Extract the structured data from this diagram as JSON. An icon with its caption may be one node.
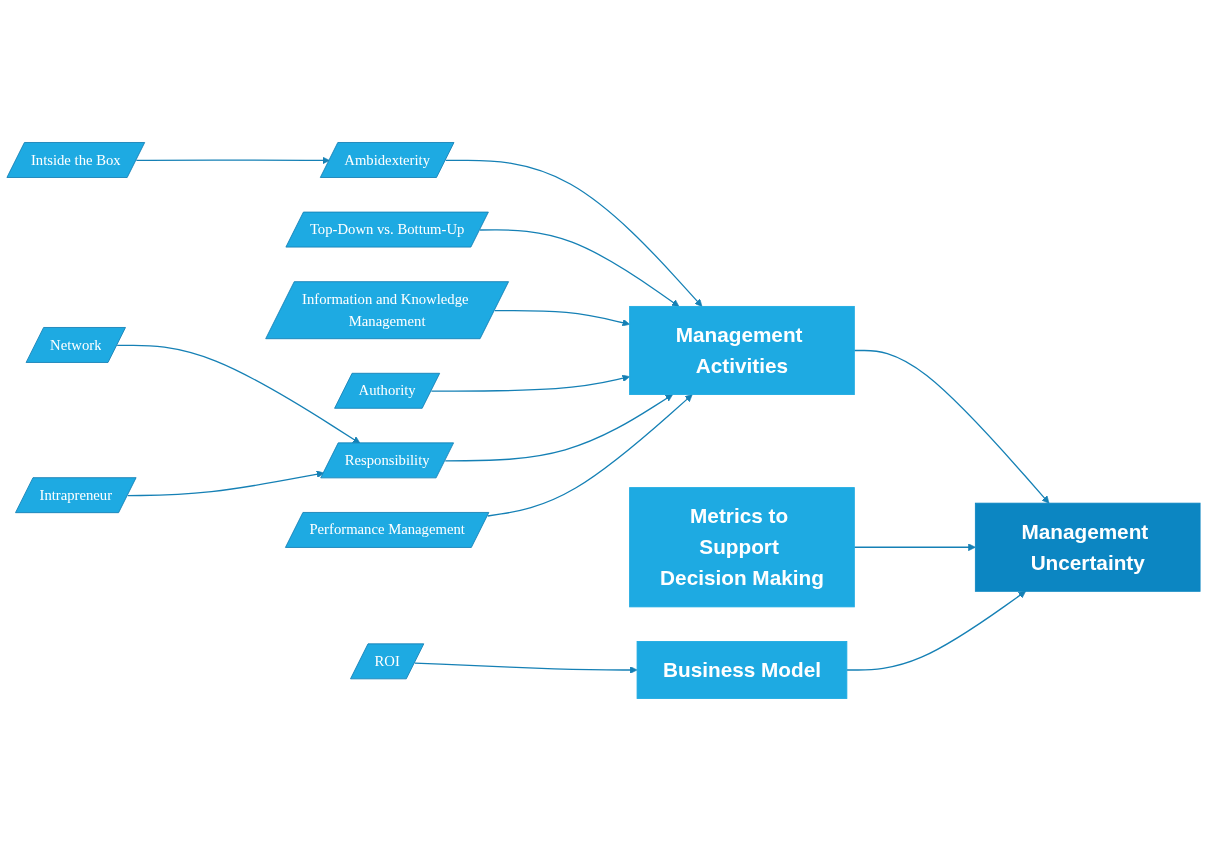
{
  "diagram": {
    "nodes": [
      {
        "text": [
          "Intside the Box"
        ]
      },
      {
        "text": [
          "Ambidexterity"
        ]
      },
      {
        "text": [
          "Top-Down vs. Bottum-Up"
        ]
      },
      {
        "text": [
          "Information and Knowledge Management"
        ]
      },
      {
        "text": [
          "Authority"
        ]
      },
      {
        "text": [
          "Network"
        ]
      },
      {
        "text": [
          "Intrapreneur"
        ]
      },
      {
        "text": [
          "Responsibility"
        ]
      },
      {
        "text": [
          "Performance Management"
        ]
      },
      {
        "text": [
          "Management Activities"
        ]
      },
      {
        "text": [
          "Management Uncertainty"
        ]
      },
      {
        "text": [
          "Metrics to Support Decision Making"
        ]
      },
      {
        "text": [
          "ROI"
        ]
      },
      {
        "text": [
          "Business Model"
        ]
      }
    ],
    "edges": [
      {
        "from": 0,
        "to": 1,
        "arrow": "to"
      },
      {
        "from": 1,
        "to": 9,
        "arrow": "to"
      },
      {
        "from": 2,
        "to": 9,
        "arrow": "to"
      },
      {
        "from": 3,
        "to": 9,
        "arrow": "to"
      },
      {
        "from": 4,
        "to": 9,
        "arrow": "to"
      },
      {
        "from": 7,
        "to": 9,
        "arrow": "to"
      },
      {
        "from": 8,
        "to": 9,
        "arrow": "to"
      },
      {
        "from": 5,
        "to": 7,
        "arrow": "to"
      },
      {
        "from": 6,
        "to": 7,
        "arrow": "to"
      },
      {
        "from": 9,
        "to": 10,
        "arrow": "to"
      },
      {
        "from": 11,
        "to": 10,
        "arrow": "to"
      },
      {
        "from": 13,
        "to": 10,
        "arrow": "to"
      },
      {
        "from": 12,
        "to": 13,
        "arrow": "to"
      }
    ]
  }
}
